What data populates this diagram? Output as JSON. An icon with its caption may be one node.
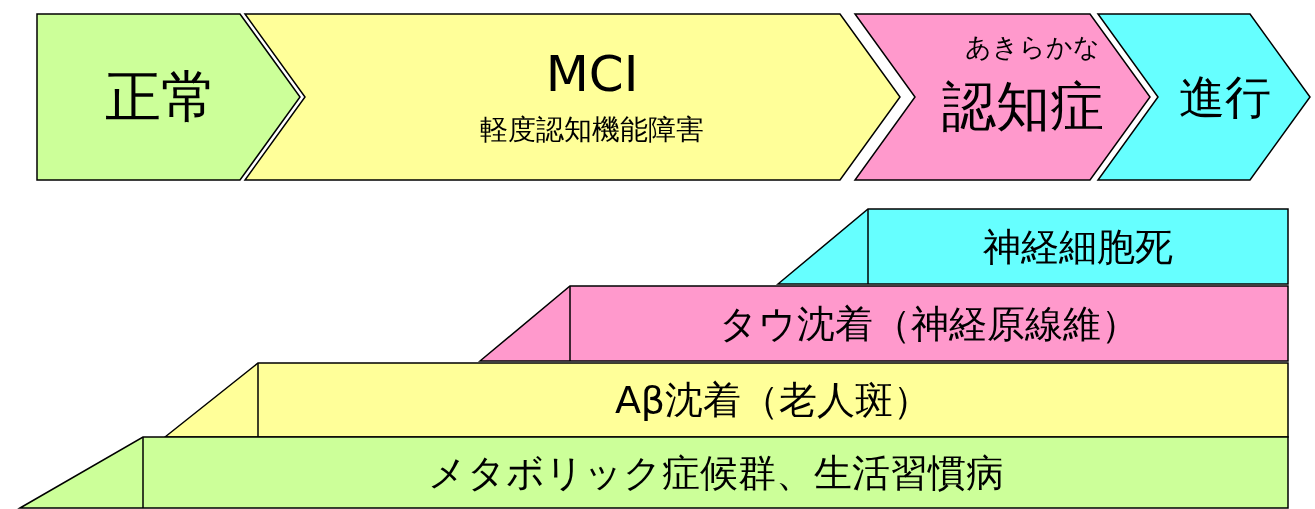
{
  "diagram": {
    "nodes": [
      {
        "text": [
          "正常"
        ]
      },
      {
        "text": [
          "MCI",
          "軽度認知機能障害"
        ]
      },
      {
        "text": [
          "あきらかな",
          "認知症"
        ]
      },
      {
        "text": [
          "進行"
        ]
      },
      {
        "text": [
          "神経細胞死"
        ]
      },
      {
        "text": [
          "タウ沈着（神経原線維）"
        ]
      },
      {
        "text": [
          "Aβ沈着（老人斑）"
        ]
      },
      {
        "text": [
          "メタボリック症候群、生活習慣病"
        ]
      }
    ]
  }
}
